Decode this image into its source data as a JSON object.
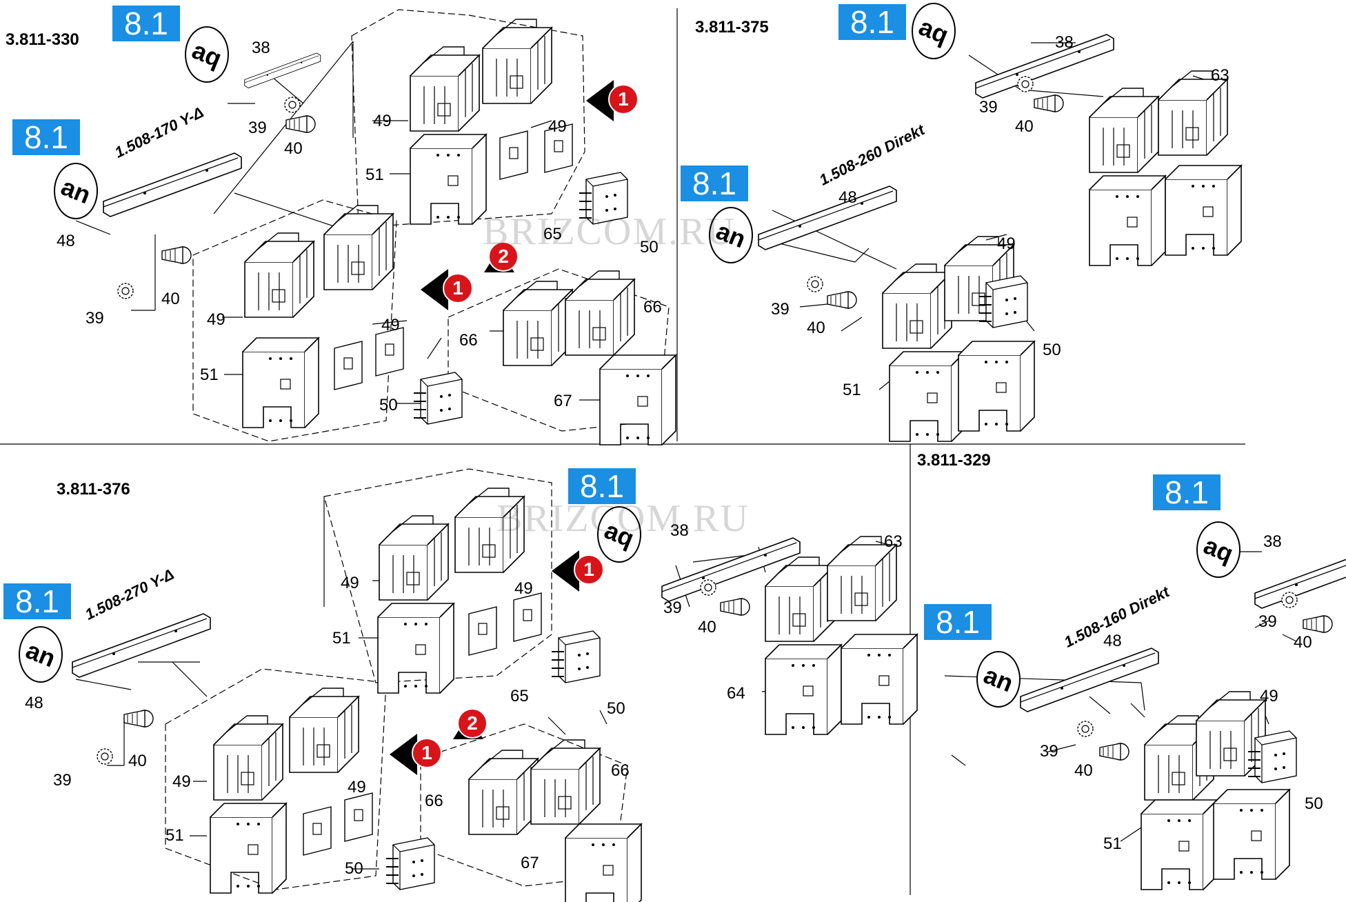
{
  "page": {
    "watermark": "BRIZCOM.RU"
  },
  "badge": "8.1",
  "icons": {
    "aq": "aq",
    "an": "an"
  },
  "markers": {
    "one": "1",
    "two": "2"
  },
  "panels": [
    {
      "id": "330",
      "code": "3.811-330",
      "subtitle": "1.508-170 Y-Δ",
      "labels": [
        "38",
        "39",
        "40",
        "48",
        "39",
        "40",
        "49",
        "49",
        "51",
        "49",
        "49",
        "51",
        "50",
        "50",
        "65",
        "66",
        "66",
        "67"
      ]
    },
    {
      "id": "375",
      "code": "3.811-375",
      "subtitle": "1.508-260 Direkt",
      "labels": [
        "38",
        "39",
        "40",
        "63",
        "48",
        "39",
        "40",
        "49",
        "50",
        "51"
      ]
    },
    {
      "id": "376",
      "code": "3.811-376",
      "subtitle": "1.508-270 Y-Δ",
      "labels": [
        "38",
        "39",
        "40",
        "63",
        "64",
        "49",
        "49",
        "51",
        "50",
        "48",
        "39",
        "40",
        "49",
        "49",
        "51",
        "50",
        "65",
        "66",
        "66",
        "67"
      ]
    },
    {
      "id": "329",
      "code": "3.811-329",
      "subtitle": "1.508-160 Direkt",
      "labels": [
        "38",
        "39",
        "40",
        "48",
        "39",
        "40",
        "49",
        "50",
        "51"
      ]
    }
  ]
}
